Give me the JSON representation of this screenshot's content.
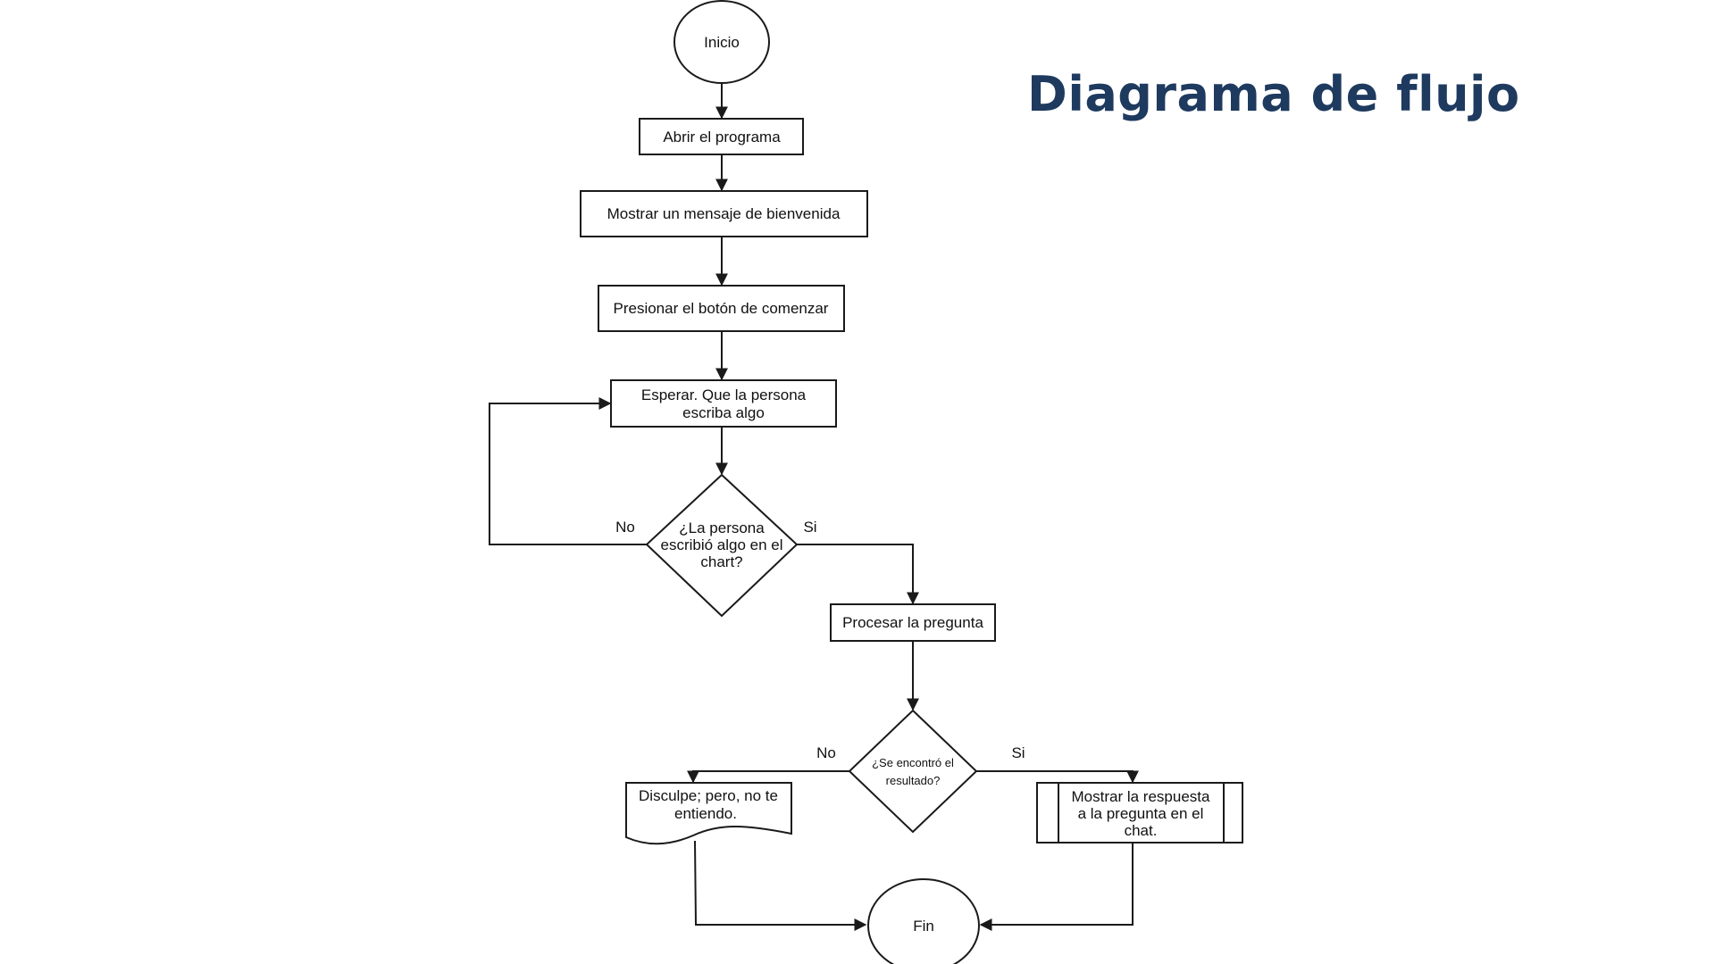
{
  "slide": {
    "title": "Diagrama de flujo"
  },
  "flowchart": {
    "nodes": {
      "inicio": "Inicio",
      "abrir": "Abrir el programa",
      "mensaje": "Mostrar un mensaje de bienvenida",
      "presionar": "Presionar el botón de comenzar",
      "esperar_1": "Esperar. Que la persona",
      "esperar_2": "escriba algo",
      "escribio_1": "¿La persona",
      "escribio_2": "escribió algo en el",
      "escribio_3": "chart?",
      "procesar": "Procesar la pregunta",
      "encontro_1": "¿Se encontró el",
      "encontro_2": "resultado?",
      "disculpe_1": "Disculpe; pero, no te",
      "disculpe_2": "entiendo.",
      "respuesta_1": "Mostrar la respuesta",
      "respuesta_2": "a la pregunta en el",
      "respuesta_3": "chat.",
      "fin": "Fin"
    },
    "edge_labels": {
      "no_1": "No",
      "si_1": "Si",
      "no_2": "No",
      "si_2": "Si"
    }
  }
}
